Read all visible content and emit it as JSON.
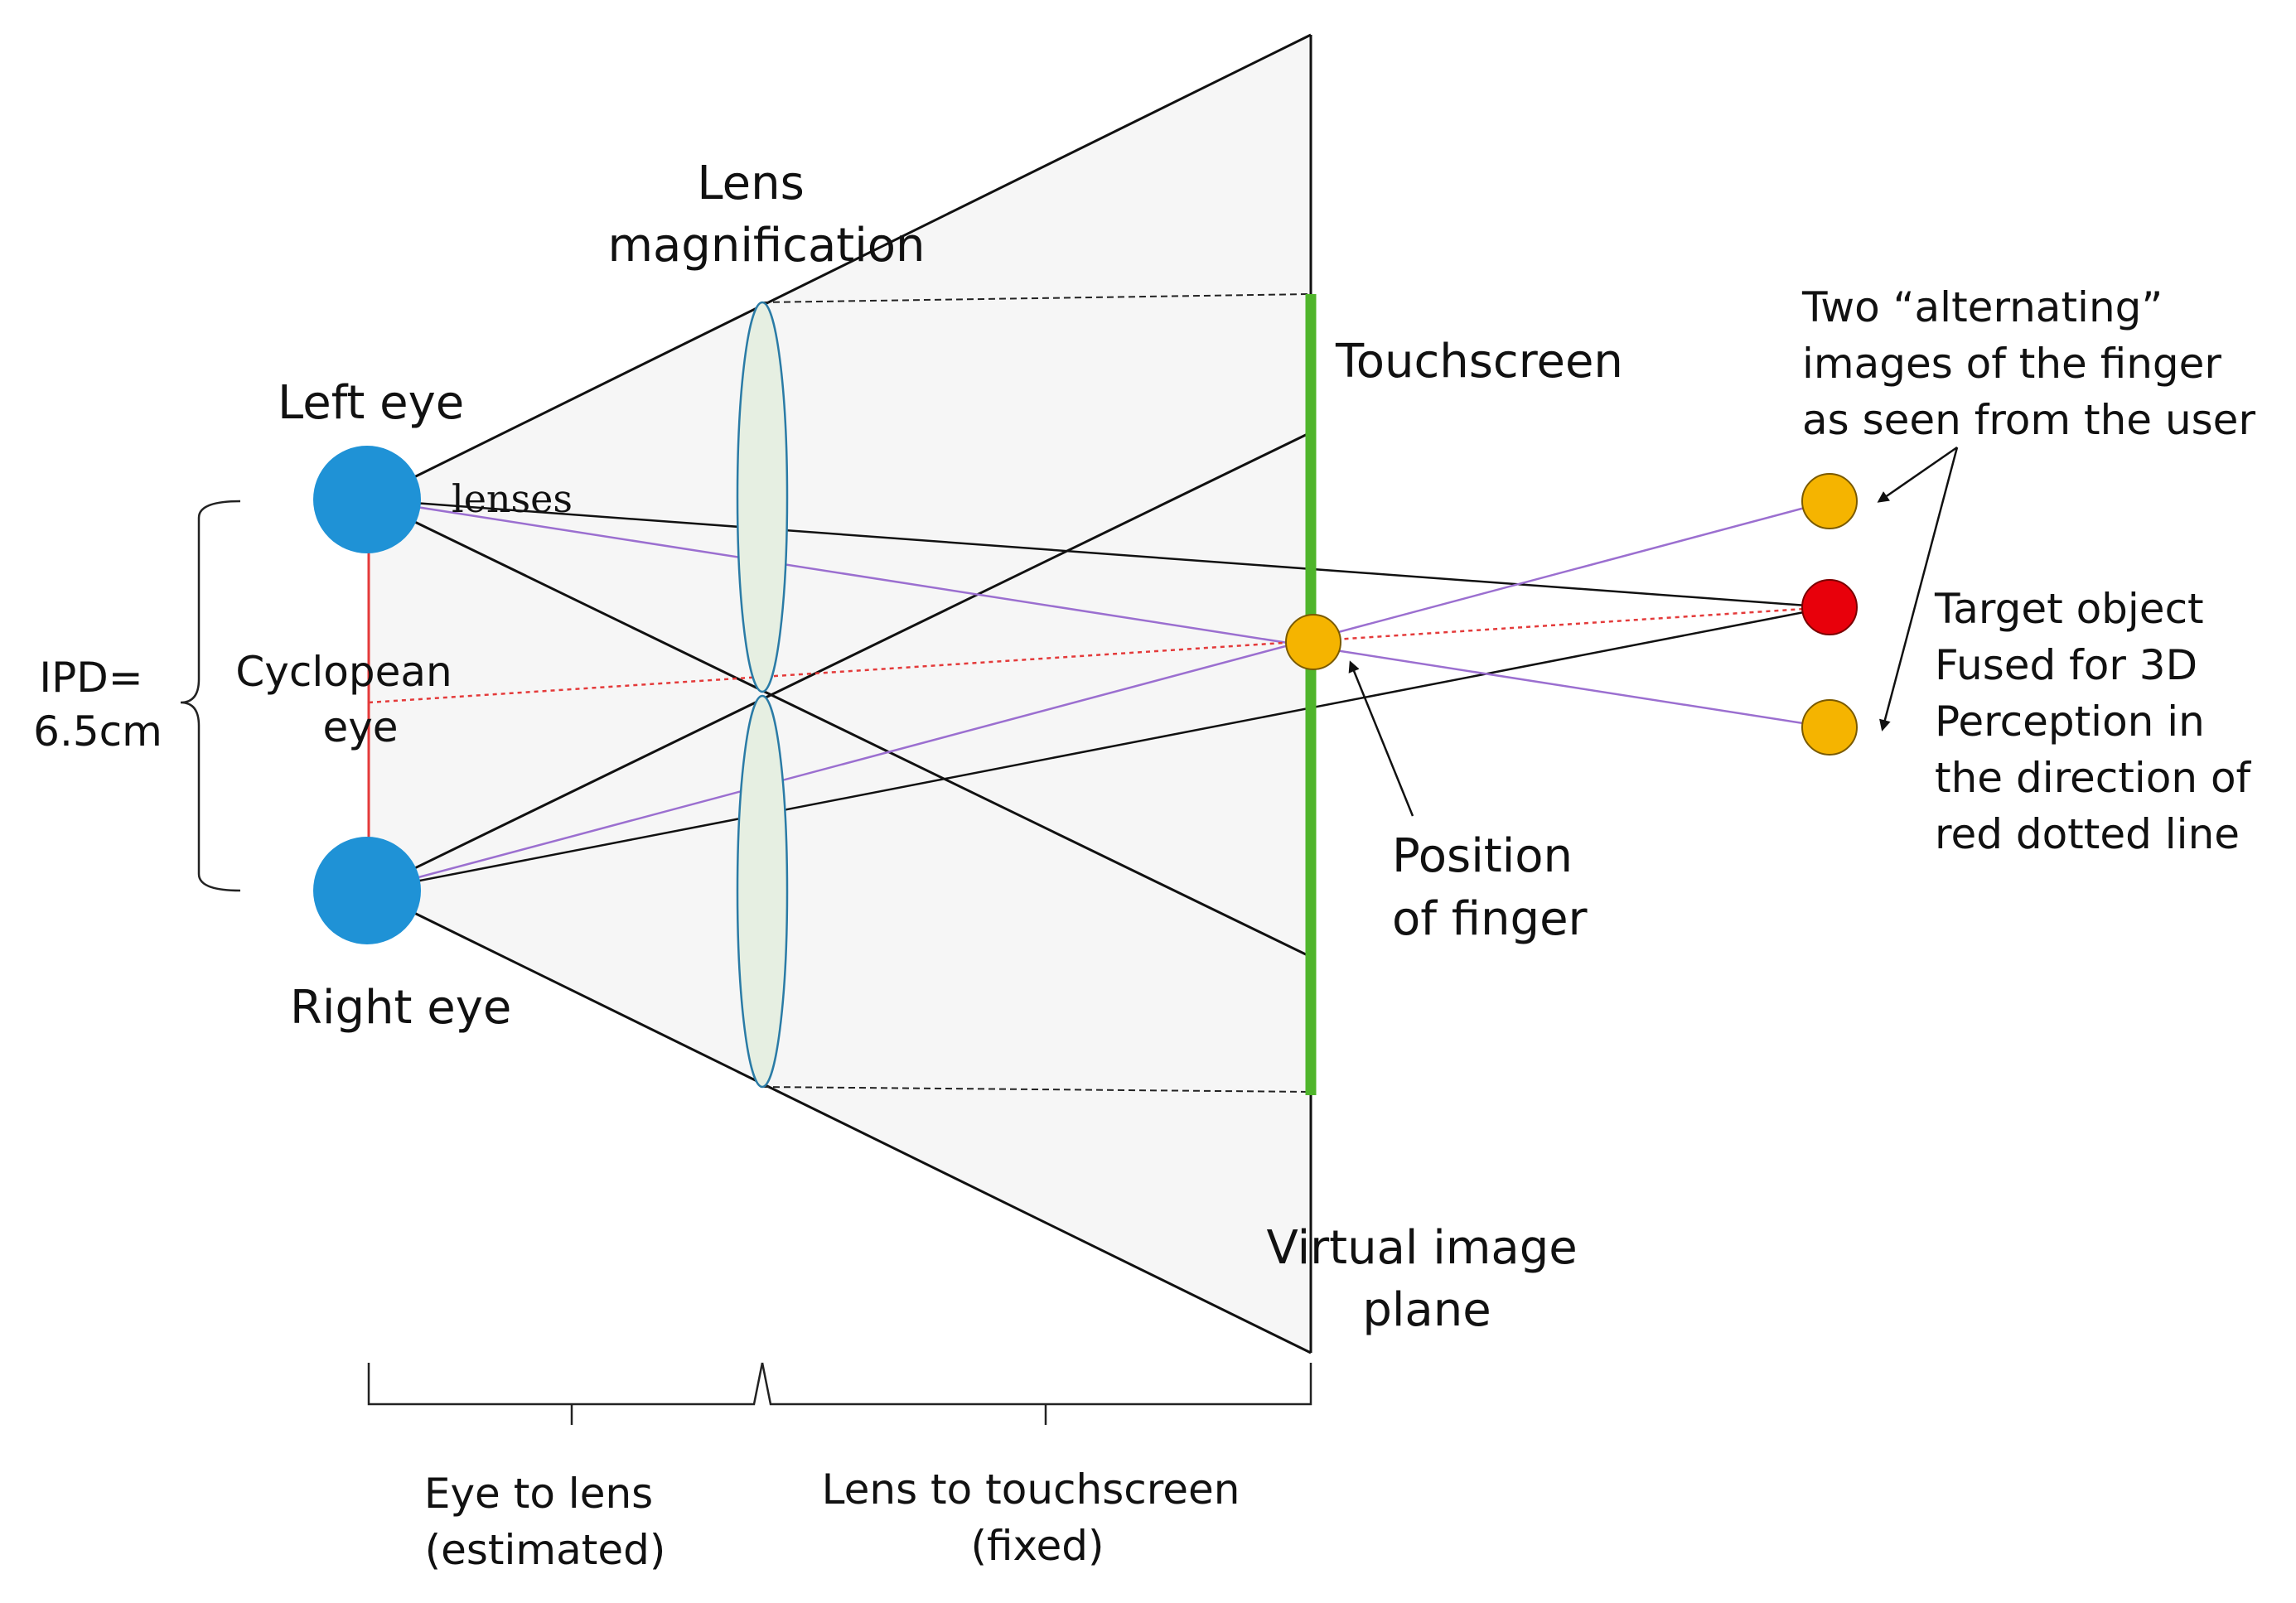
{
  "labels": {
    "lens_magnification": [
      "Lens",
      "magnification"
    ],
    "left_eye": "Left eye",
    "right_eye": "Right eye",
    "lenses": "lenses",
    "cyclopean_eye": [
      "Cyclopean",
      "eye"
    ],
    "ipd": [
      "IPD=",
      "6.5cm"
    ],
    "touchscreen": "Touchscreen",
    "position_of_finger": [
      "Position",
      "of finger"
    ],
    "alternating_images": [
      "Two “alternating”",
      "images of the finger",
      "as seen from the user"
    ],
    "target_object": [
      "Target object",
      "Fused for 3D",
      "Perception in",
      "the direction of",
      "red dotted line"
    ],
    "virtual_image_plane": [
      "Virtual image",
      "plane"
    ],
    "eye_to_lens": [
      "Eye to lens",
      "(estimated)"
    ],
    "lens_to_touchscreen": [
      "Lens to touchscreen",
      "(fixed)"
    ]
  },
  "colors": {
    "eye": "#1f92d6",
    "lens_fill": "#e6efe2",
    "lens_stroke": "#2a7ba6",
    "touchscreen": "#4fb52b",
    "finger": "#f5b400",
    "target": "#e8000b",
    "ray_purple": "#9b6fd0",
    "ray_red": "#e43a3a",
    "frustum_fill": "#f6f6f6"
  }
}
